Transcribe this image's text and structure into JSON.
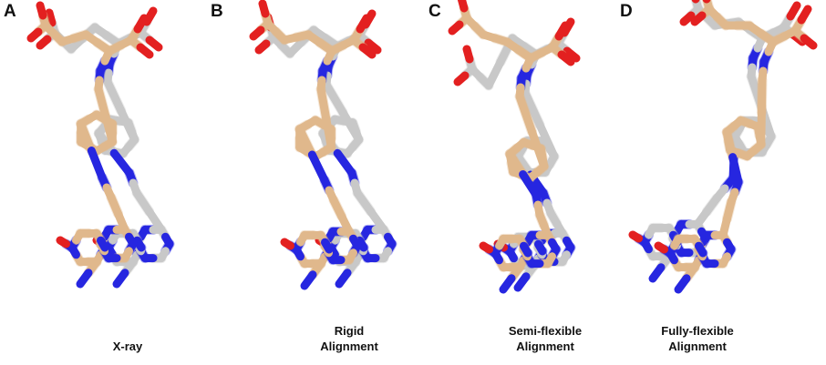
{
  "colors": {
    "carbon_gray": "#c8c8c8",
    "carbon_tan": "#e0b88c",
    "nitrogen": "#2626e0",
    "oxygen": "#e32020"
  },
  "panels": [
    {
      "letter": "A",
      "caption": [
        "X-ray"
      ]
    },
    {
      "letter": "B",
      "caption": [
        "Rigid",
        "Alignment"
      ]
    },
    {
      "letter": "C",
      "caption": [
        "Semi-flexible",
        "Alignment"
      ]
    },
    {
      "letter": "D",
      "caption": [
        "Fully-flexible",
        "Alignment"
      ]
    }
  ]
}
